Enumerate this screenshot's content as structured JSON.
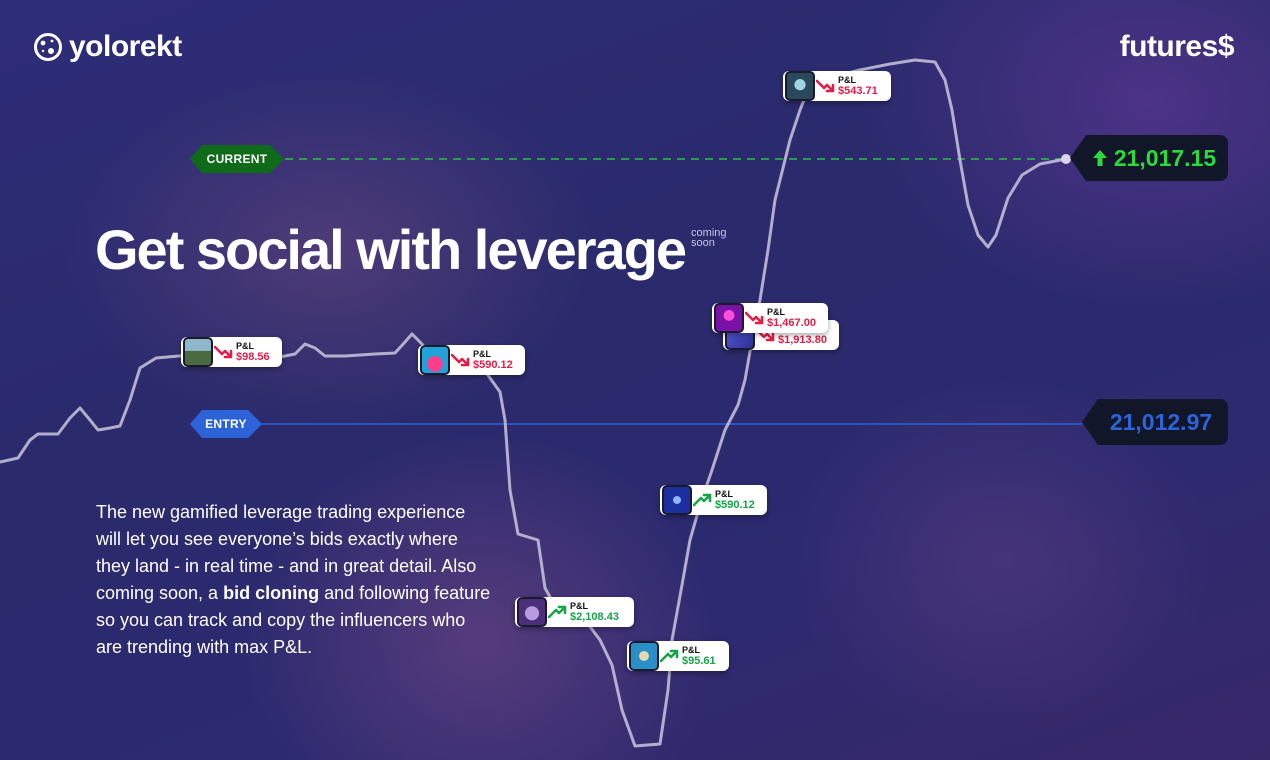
{
  "header": {
    "brand": "yolorekt",
    "brand_icon": "cookie-planet-icon",
    "product": "futures",
    "product_suffix": "$"
  },
  "chart_labels": {
    "current_label": "CURRENT",
    "entry_label": "ENTRY",
    "current_price": "21,017.15",
    "current_direction": "up",
    "entry_price": "21,012.97"
  },
  "hero": {
    "headline": "Get social with leverage",
    "coming_soon": "coming soon",
    "description_1": "The new gamified leverage trading experience will let you see everyone’s bids exactly where they land - in real time - and in great detail. Also coming soon, a ",
    "description_bold": "bid cloning",
    "description_2": " and following feature so you can track and copy the influencers who are trending with max P&L."
  },
  "bids": [
    {
      "label": "P&L",
      "value": "$543.71",
      "direction": "down",
      "avatar_color": "#2a4a5c"
    },
    {
      "label": "P&L",
      "value": "$1,913.80",
      "direction": "down",
      "avatar_color": "#3b3fb0"
    },
    {
      "label": "P&L",
      "value": "$1,467.00",
      "direction": "down",
      "avatar_color": "#9b1fbf"
    },
    {
      "label": "P&L",
      "value": "$98.56",
      "direction": "down",
      "avatar_color": "#4a6b3f"
    },
    {
      "label": "P&L",
      "value": "$590.12",
      "direction": "down",
      "avatar_color": "#1fa3d8"
    },
    {
      "label": "P&L",
      "value": "$590.12",
      "direction": "up",
      "avatar_color": "#1b2f9e"
    },
    {
      "label": "P&L",
      "value": "$2,108.43",
      "direction": "up",
      "avatar_color": "#7a5aa8"
    },
    {
      "label": "P&L",
      "value": "$95.61",
      "direction": "up",
      "avatar_color": "#2b8fc7"
    }
  ],
  "colors": {
    "current": "#2dd93e",
    "entry": "#2d63d8",
    "loss": "#e11d48",
    "gain": "#16a34a"
  }
}
